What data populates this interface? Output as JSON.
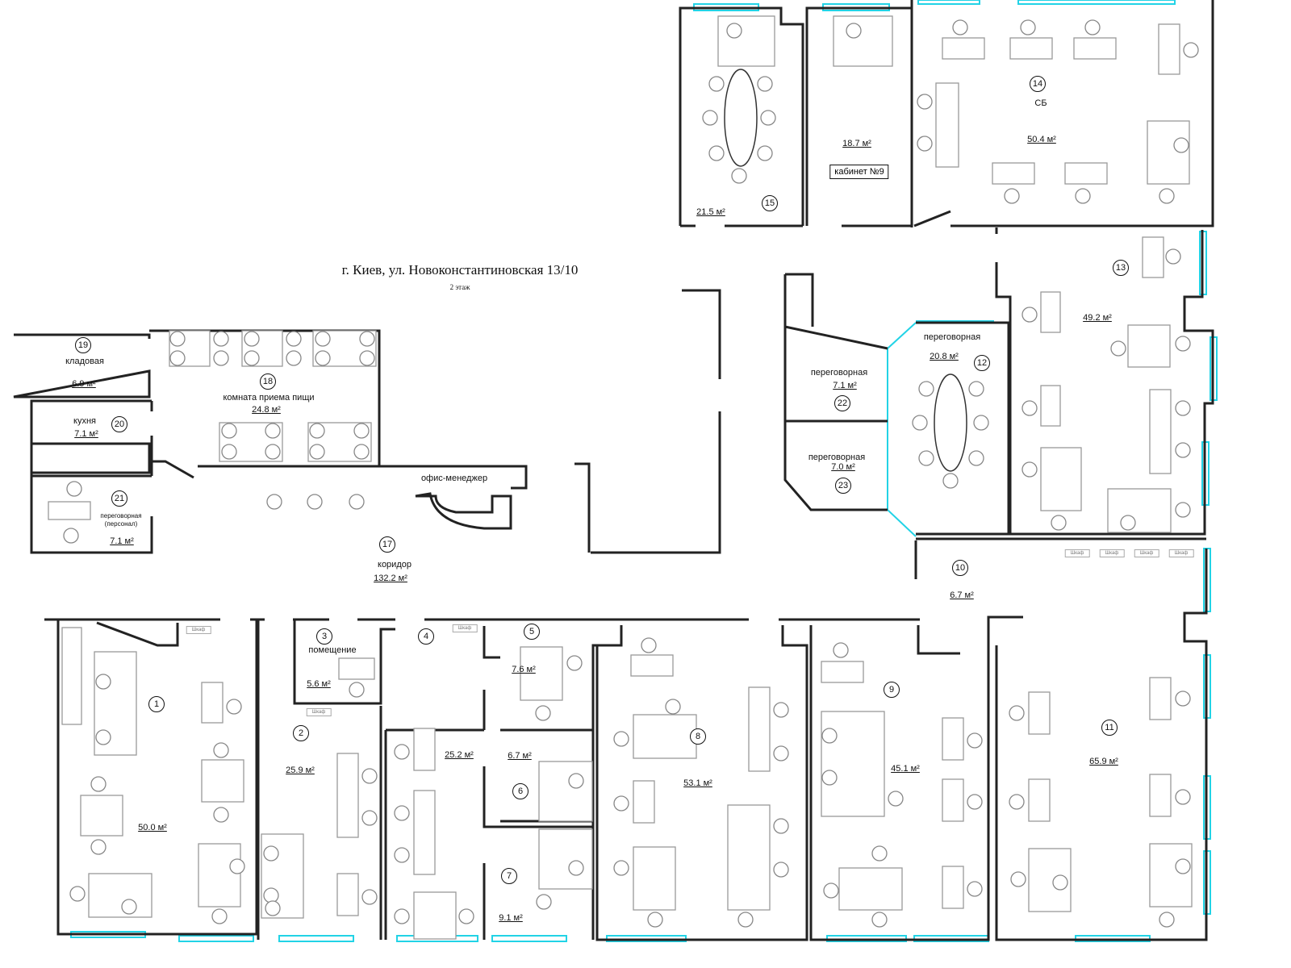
{
  "header": {
    "title": "г. Киев, ул. Новоконстантиновская 13/10",
    "floor": "2 этаж"
  },
  "cabinet_label": "Шкаф",
  "rooms": [
    {
      "num": "1",
      "area": "50.0 м²"
    },
    {
      "num": "2",
      "area": "25.9 м²"
    },
    {
      "num": "3",
      "name": "помещение",
      "area": "5.6 м²"
    },
    {
      "num": "4",
      "area": "25.2 м²"
    },
    {
      "num": "5",
      "area": "7.6 м²"
    },
    {
      "num": "6",
      "area": "6.7 м²"
    },
    {
      "num": "7",
      "area": "9.1 м²"
    },
    {
      "num": "8",
      "area": "53.1 м²"
    },
    {
      "num": "9",
      "area": "45.1 м²"
    },
    {
      "num": "10",
      "area": "6.7 м²"
    },
    {
      "num": "11",
      "area": "65.9 м²"
    },
    {
      "num": "12",
      "name": "переговорная",
      "area": "20.8 м²"
    },
    {
      "num": "13",
      "area": "49.2 м²"
    },
    {
      "num": "14",
      "name": "СБ",
      "area": "50.4 м²"
    },
    {
      "num": "15",
      "area": "21.5 м²"
    },
    {
      "name": "кабинет №9",
      "area": "18.7 м²"
    },
    {
      "num": "17",
      "name": "коридор",
      "area": "132.2 м²"
    },
    {
      "num": "18",
      "name": "комната приема пищи",
      "area": "24.8 м²"
    },
    {
      "num": "19",
      "name": "кладовая",
      "area": "6.9 м²"
    },
    {
      "num": "20",
      "name": "кухня",
      "area": "7.1 м²"
    },
    {
      "num": "21",
      "name": "переговорная (персонал)",
      "area": "7.1 м²"
    },
    {
      "num": "22",
      "name": "переговорная",
      "area": "7.1 м²"
    },
    {
      "num": "23",
      "name": "переговорная",
      "area": "7.0 м²"
    }
  ],
  "office_manager_label": "офис-менеджер"
}
